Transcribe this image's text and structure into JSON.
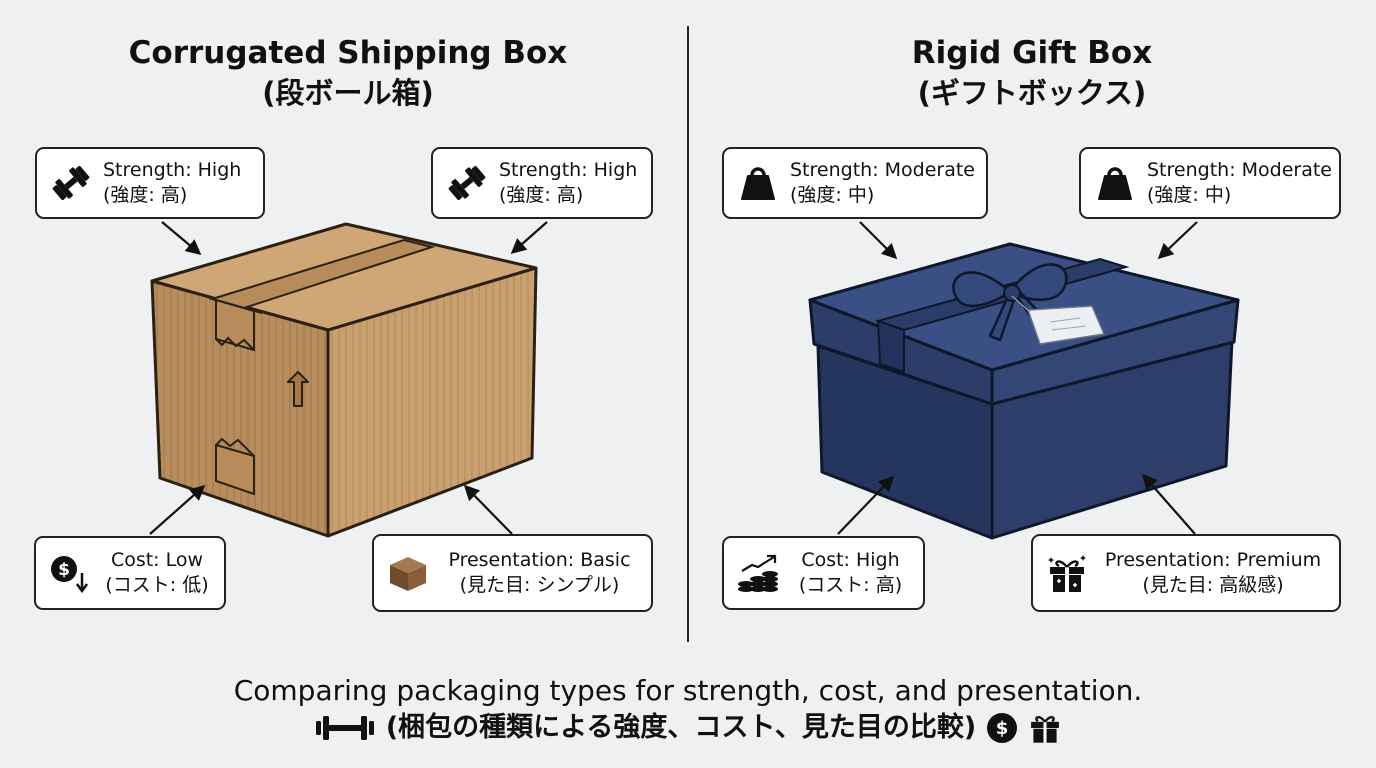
{
  "left": {
    "title": "Corrugated Shipping Box",
    "subtitle": "(段ボール箱)",
    "cards": {
      "top_left": {
        "en": "Strength: High",
        "jp": "(強度: 高)",
        "icon": "dumbbell-icon"
      },
      "top_right": {
        "en": "Strength: High",
        "jp": "(強度: 高)",
        "icon": "dumbbell-icon"
      },
      "bottom_left": {
        "en": "Cost: Low",
        "jp": "(コスト: 低)",
        "icon": "dollar-down-icon"
      },
      "bottom_right": {
        "en": "Presentation: Basic",
        "jp": "(見た目: シンプル)",
        "icon": "brown-cube-icon"
      }
    }
  },
  "right": {
    "title": "Rigid Gift Box",
    "subtitle": "(ギフトボックス)",
    "cards": {
      "top_left": {
        "en": "Strength: Moderate",
        "jp": "(強度: 中)",
        "icon": "weight-icon"
      },
      "top_right": {
        "en": "Strength: Moderate",
        "jp": "(強度: 中)",
        "icon": "weight-icon"
      },
      "bottom_left": {
        "en": "Cost: High",
        "jp": "(コスト: 高)",
        "icon": "coins-up-icon"
      },
      "bottom_right": {
        "en": "Presentation: Premium",
        "jp": "(見た目: 高級感)",
        "icon": "gift-icon"
      }
    }
  },
  "footer": {
    "line1": "Comparing packaging types for strength, cost, and presentation.",
    "line2": "(梱包の種類による強度、コスト、見た目の比較)"
  },
  "colors": {
    "background": "#eef0f2",
    "cardboard": "#c49a6c",
    "gift_box": "#2f4373",
    "ribbon": "#2a3c6a"
  }
}
